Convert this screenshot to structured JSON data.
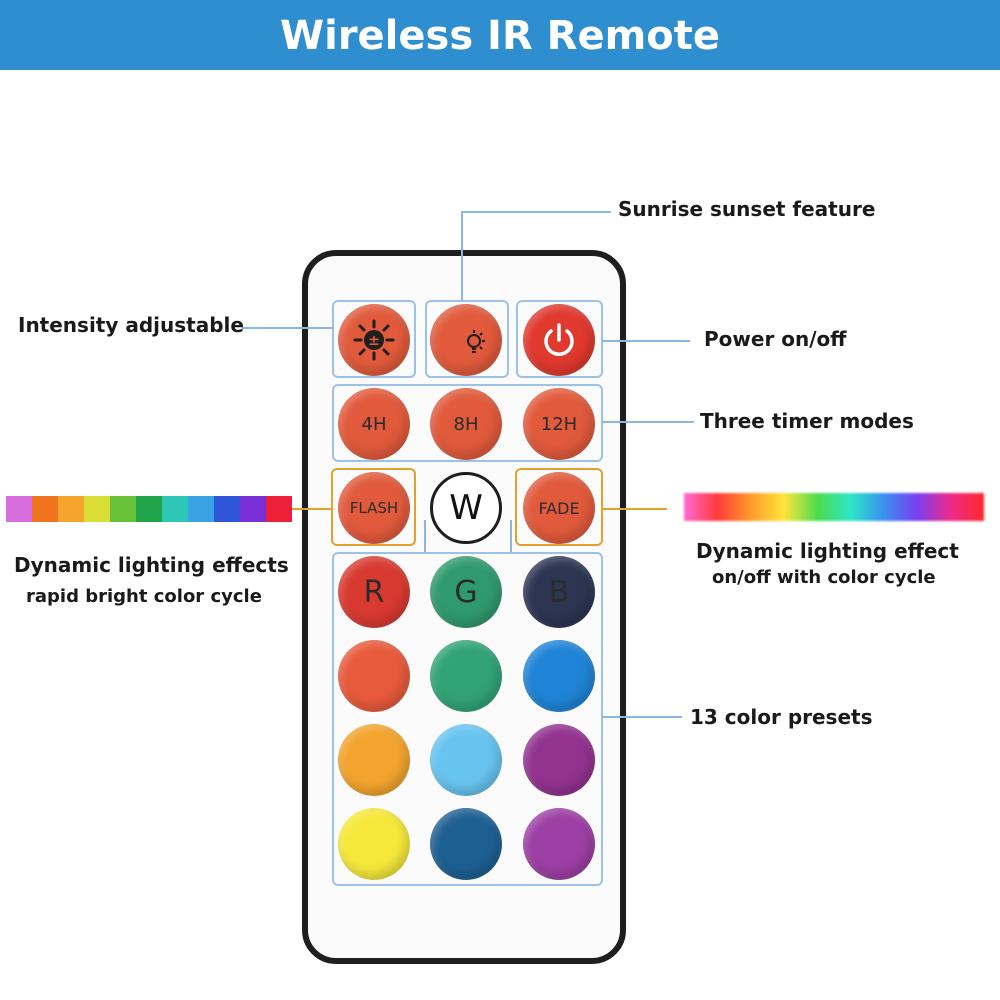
{
  "banner": {
    "title": "Wireless IR Remote",
    "color": "#2f8ed0"
  },
  "callouts": {
    "sunrise": "Sunrise sunset feature",
    "intensity": "Intensity adjustable",
    "power": "Power on/off",
    "timer": "Three timer modes",
    "flash_title": "Dynamic lighting effects",
    "flash_sub": "rapid bright color cycle",
    "fade_title": "Dynamic lighting effect",
    "fade_sub": "on/off with color cycle",
    "presets": "13 color presets"
  },
  "buttons": {
    "brightness_icon": "brightness-icon",
    "sunrise_icon": "moon-sun-icon",
    "power_icon": "power-icon",
    "timer_4h": "4H",
    "timer_8h": "8H",
    "timer_12h": "12H",
    "flash": "FLASH",
    "white": "W",
    "fade": "FADE",
    "r": "R",
    "g": "G",
    "b": "B"
  },
  "color_presets": [
    "#e85a3c",
    "#31a376",
    "#1f84d6",
    "#f3a42e",
    "#67c4ef",
    "#92338f",
    "#f5e83a",
    "#1e5f92",
    "#9d3fa4"
  ],
  "rgb_colors": {
    "r": "#d93a30",
    "g": "#2f9a6d",
    "b": "#2c3552"
  },
  "flash_strip": [
    "#d86de0",
    "#f0741e",
    "#f5a42c",
    "#d9dd36",
    "#68c23a",
    "#20a44a",
    "#2ec6b4",
    "#3aa3e6",
    "#2f56d8",
    "#7b2fd6",
    "#ee1f38"
  ],
  "accent_colors": {
    "blue_line": "#8bb6e6",
    "orange_line": "#e4a12b",
    "button_orange": "#e15a3c"
  }
}
